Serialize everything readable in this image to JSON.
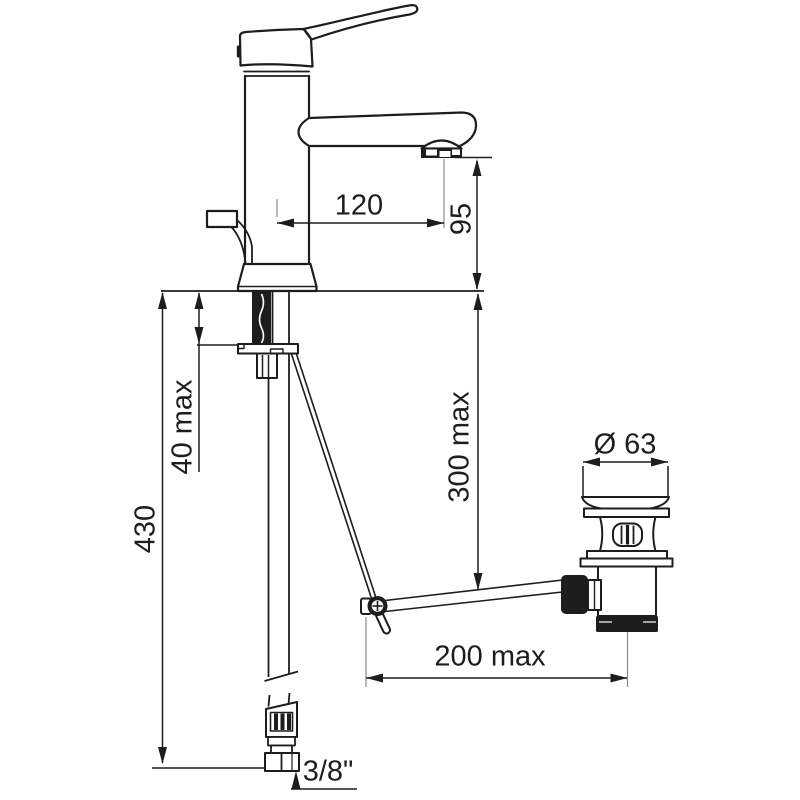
{
  "drawing": {
    "background": "#ffffff",
    "line_color": "#1d1d1b",
    "type": "faucet technical dimension drawing",
    "dimension_labels": {
      "spout_reach": "120",
      "outlet_height": "95",
      "deck_thickness_max": "40 max",
      "overall_height": "430",
      "rod_length_max": "300 max",
      "waste_diameter": "Ø 63",
      "linkage_length_max": "200 max",
      "supply_thread": "3/8\""
    }
  }
}
